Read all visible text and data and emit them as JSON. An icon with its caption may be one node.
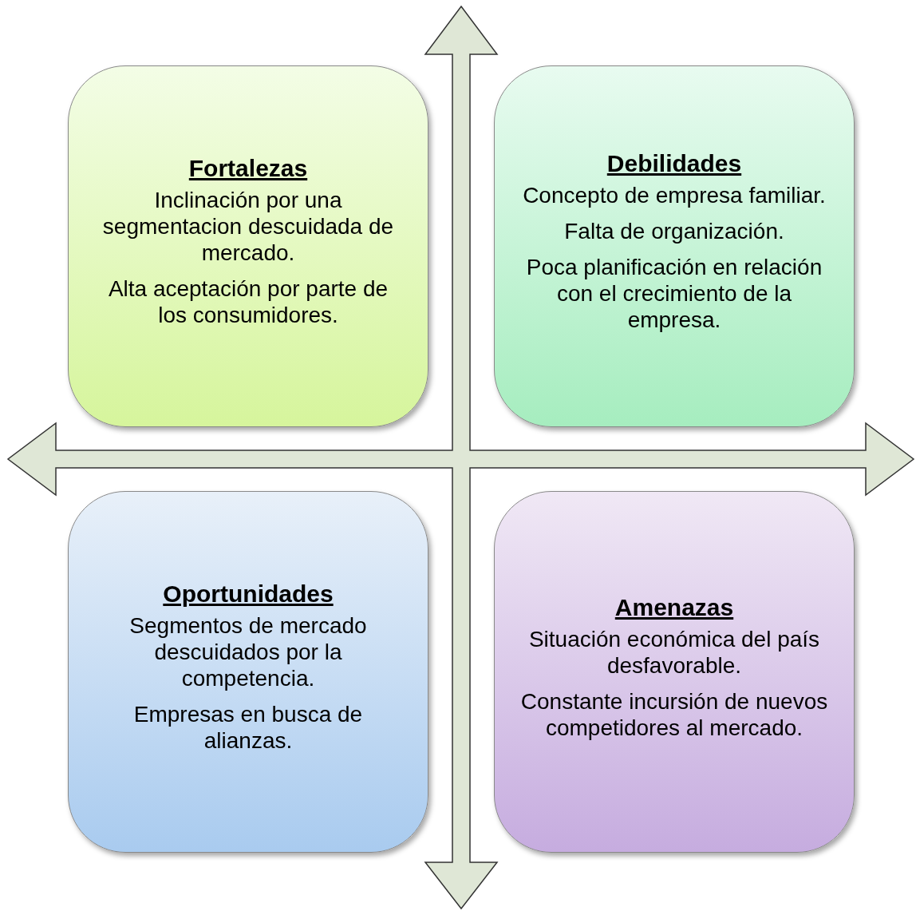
{
  "diagram": {
    "nodes": [
      {
        "text": [
          "Fortalezas",
          "Inclinación por una segmentacion descuidada de mercado.",
          "Alta aceptación por parte de los consumidores."
        ]
      },
      {
        "text": [
          "Debilidades",
          "Concepto de empresa familiar.",
          "Falta de organización.",
          "Poca planificación en relación con el crecimiento de la empresa."
        ]
      },
      {
        "text": [
          "Oportunidades",
          "Segmentos de mercado descuidados por la competencia.",
          "Empresas en busca de alianzas."
        ]
      },
      {
        "text": [
          "Amenazas",
          "Situación económica del país desfavorable.",
          "Constante incursión de nuevos competidores al mercado."
        ]
      }
    ]
  }
}
